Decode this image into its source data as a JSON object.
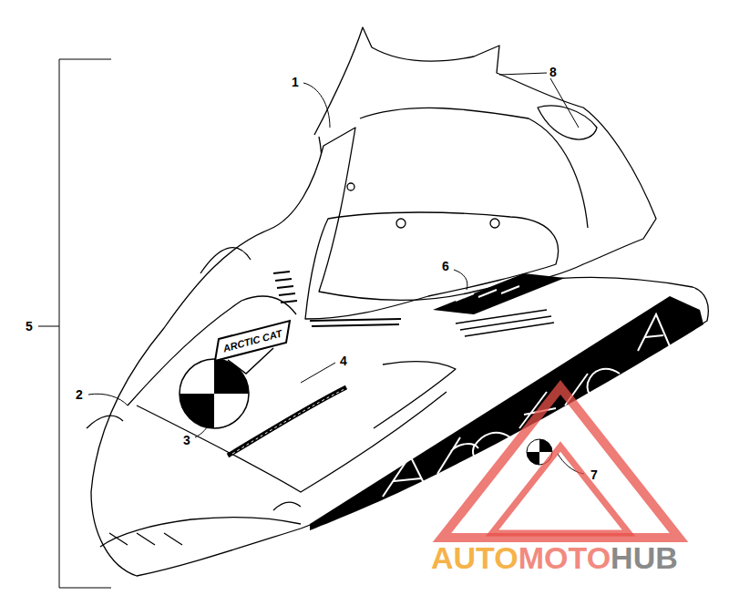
{
  "diagram": {
    "labels": [
      "1",
      "8",
      "6",
      "4",
      "2",
      "3",
      "7",
      "5",
      "ARCTIC CAT",
      "AUTO",
      "MOTO",
      "HUB"
    ]
  }
}
